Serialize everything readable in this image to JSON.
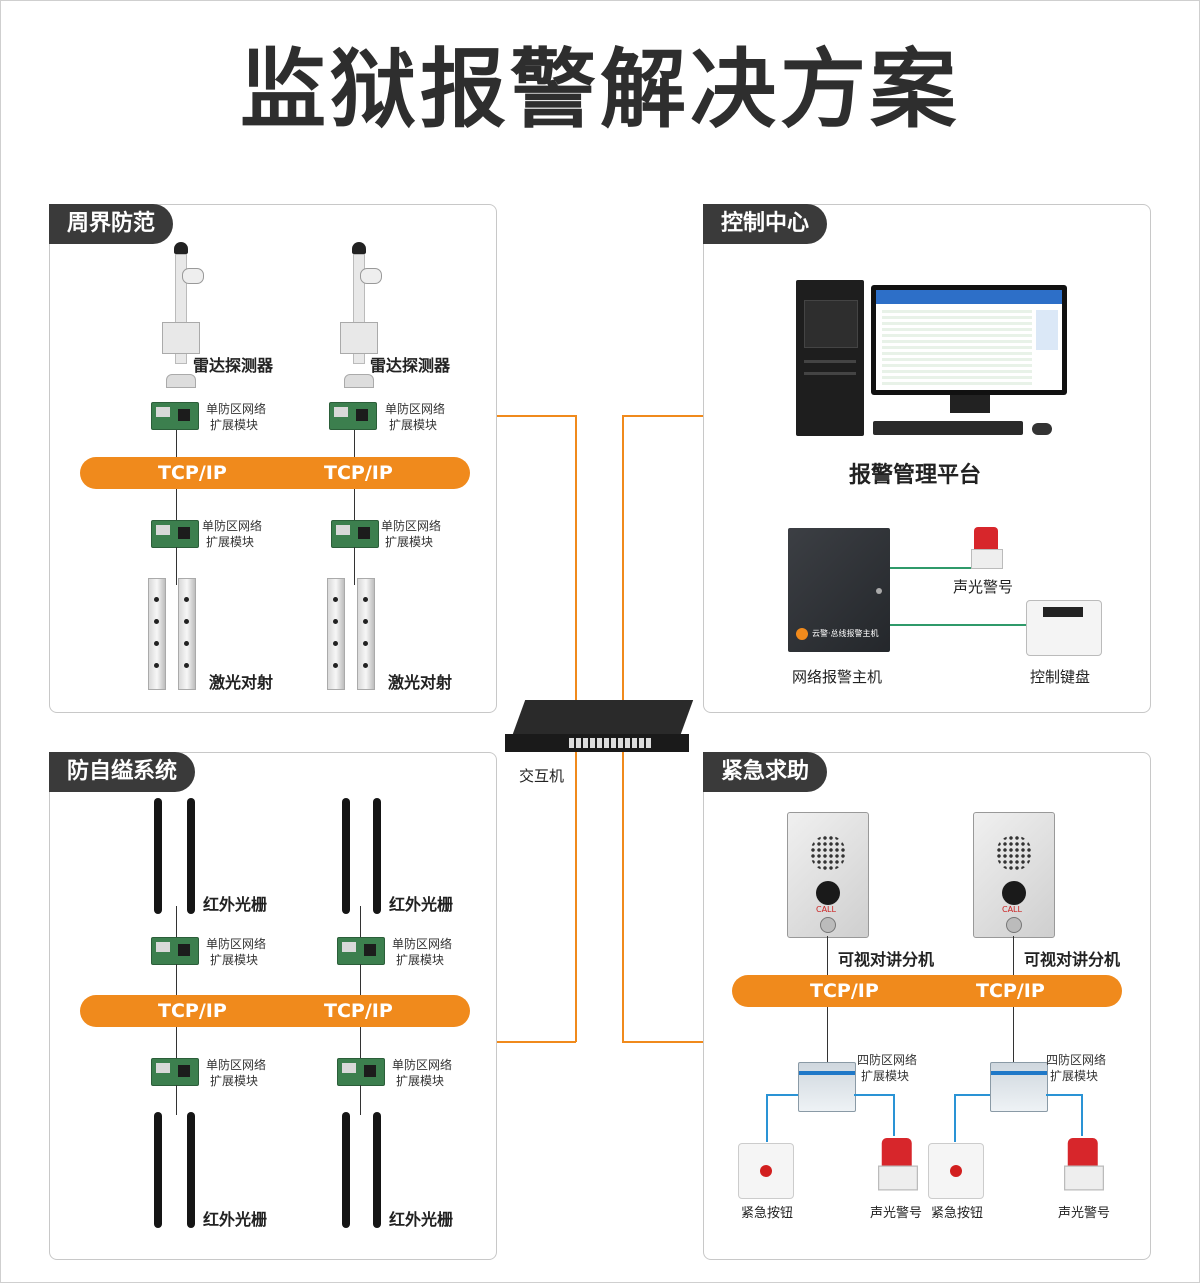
{
  "title": "监狱报警解决方案",
  "sections": {
    "perimeter": "周界防范",
    "control": "控制中心",
    "anti_climb": "防自缢系统",
    "emergency": "紧急求助"
  },
  "labels": {
    "radar": "雷达探测器",
    "module_line1": "单防区网络",
    "module_line2": "扩展模块",
    "tcpip": "TCP/IP",
    "laser": "激光对射",
    "infrared": "红外光栅",
    "switch": "交互机",
    "platform": "报警管理平台",
    "siren": "声光警号",
    "alarm_host": "网络报警主机",
    "keypad": "控制键盘",
    "intercom": "可视对讲分机",
    "quad_line1": "四防区网络",
    "quad_line2": "扩展模块",
    "panic": "紧急按钮",
    "host_brand": "云警·总线报警主机",
    "call": "CALL"
  },
  "colors": {
    "accent": "#f08a1c",
    "tag_bg": "#3a3a3a",
    "link_green": "#2f9a6a",
    "link_blue": "#2a93d5"
  }
}
